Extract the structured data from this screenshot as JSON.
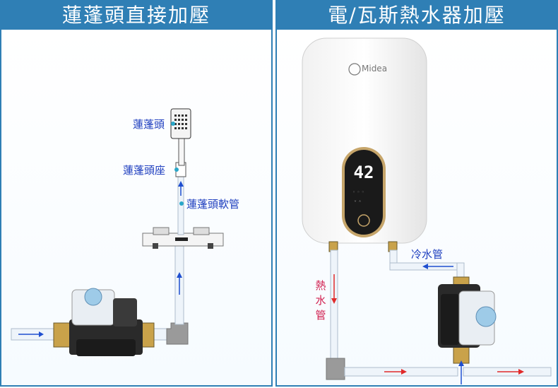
{
  "left_panel": {
    "title": "蓮蓬頭直接加壓",
    "labels": {
      "shower_head": "蓮蓬頭",
      "shower_seat": "蓮蓬頭座",
      "shower_hose": "蓮蓬頭軟管"
    }
  },
  "right_panel": {
    "title": "電/瓦斯熱水器加壓",
    "heater_brand": "Midea",
    "display_value": "42",
    "labels": {
      "cold_pipe": "冷水管",
      "hot_pipe": "熱水管"
    }
  },
  "colors": {
    "header": "#2f7fb5",
    "label_blue": "#1f3fbf",
    "label_red": "#d12050",
    "arrow_blue": "#1f4fd0",
    "arrow_red": "#e02a2a",
    "pipe_fill": "#eef4fa",
    "pipe_edge": "#aebdcc"
  }
}
